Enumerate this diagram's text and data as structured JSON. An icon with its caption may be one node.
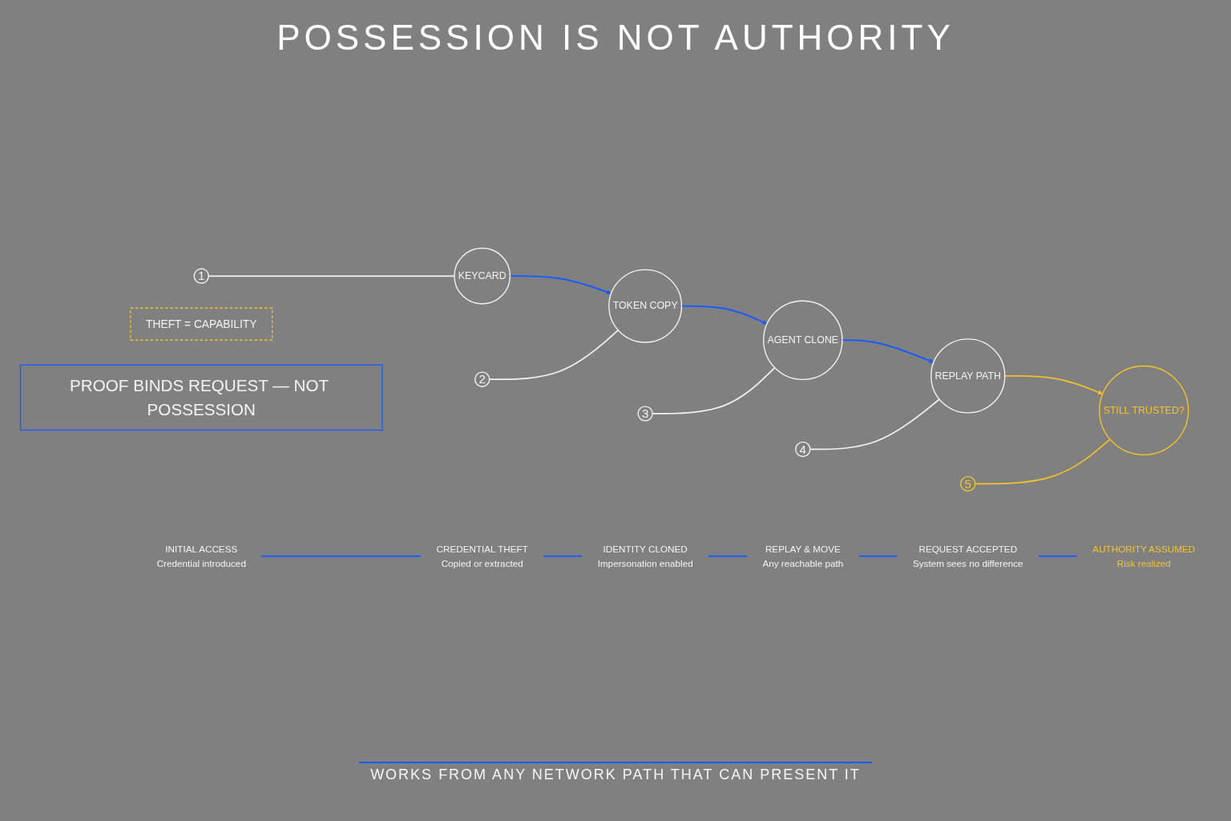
{
  "diagram": {
    "title": "POSSESSION IS NOT AUTHORITY",
    "nodes": [
      {
        "text": [
          "1"
        ]
      },
      {
        "text": [
          "KEYCARD"
        ]
      },
      {
        "text": [
          "2"
        ]
      },
      {
        "text": [
          "TOKEN COPY"
        ]
      },
      {
        "text": [
          "3"
        ]
      },
      {
        "text": [
          "AGENT CLONE"
        ]
      },
      {
        "text": [
          "4"
        ]
      },
      {
        "text": [
          "REPLAY PATH"
        ]
      },
      {
        "text": [
          "5"
        ]
      },
      {
        "text": [
          "STILL TRUSTED?"
        ]
      },
      {
        "text": [
          "THEFT = CAPABILITY"
        ]
      },
      {
        "text": [
          "PROOF BINDS REQUEST — NOT POSSESSION"
        ]
      },
      {
        "text": [
          "INITIAL ACCESS",
          "Credential introduced"
        ]
      },
      {
        "text": [
          "CREDENTIAL THEFT",
          "Copied or extracted"
        ]
      },
      {
        "text": [
          "IDENTITY CLONED",
          "Impersonation enabled"
        ]
      },
      {
        "text": [
          "REPLAY & MOVE",
          "Any reachable path"
        ]
      },
      {
        "text": [
          "REQUEST ACCEPTED",
          "System sees no difference"
        ]
      },
      {
        "text": [
          "AUTHORITY ASSUMED",
          "Risk realized"
        ]
      }
    ],
    "edges": [
      {
        "from": 1,
        "to": 3,
        "arrow": "to"
      },
      {
        "from": 3,
        "to": 5,
        "arrow": "to"
      },
      {
        "from": 5,
        "to": 7,
        "arrow": "to"
      },
      {
        "from": 7,
        "to": 9,
        "arrow": "to",
        "color": "#f2c12e"
      },
      {
        "from": 0,
        "to": 1,
        "arrow": "none",
        "color": "#f2f2f2"
      },
      {
        "from": 2,
        "to": 3,
        "arrow": "none",
        "color": "#f2f2f2"
      },
      {
        "from": 4,
        "to": 5,
        "arrow": "none",
        "color": "#f2f2f2"
      },
      {
        "from": 6,
        "to": 7,
        "arrow": "none",
        "color": "#f2f2f2"
      },
      {
        "from": 8,
        "to": 9,
        "arrow": "none",
        "color": "#f2c12e"
      },
      {
        "from": 12,
        "to": 13,
        "arrow": "none"
      },
      {
        "from": 13,
        "to": 14,
        "arrow": "none"
      },
      {
        "from": 14,
        "to": 15,
        "arrow": "none"
      },
      {
        "from": 15,
        "to": 16,
        "arrow": "none"
      },
      {
        "from": 16,
        "to": 17,
        "arrow": "none"
      }
    ],
    "labels": [
      "WORKS FROM ANY NETWORK PATH THAT CAN PRESENT IT"
    ]
  }
}
